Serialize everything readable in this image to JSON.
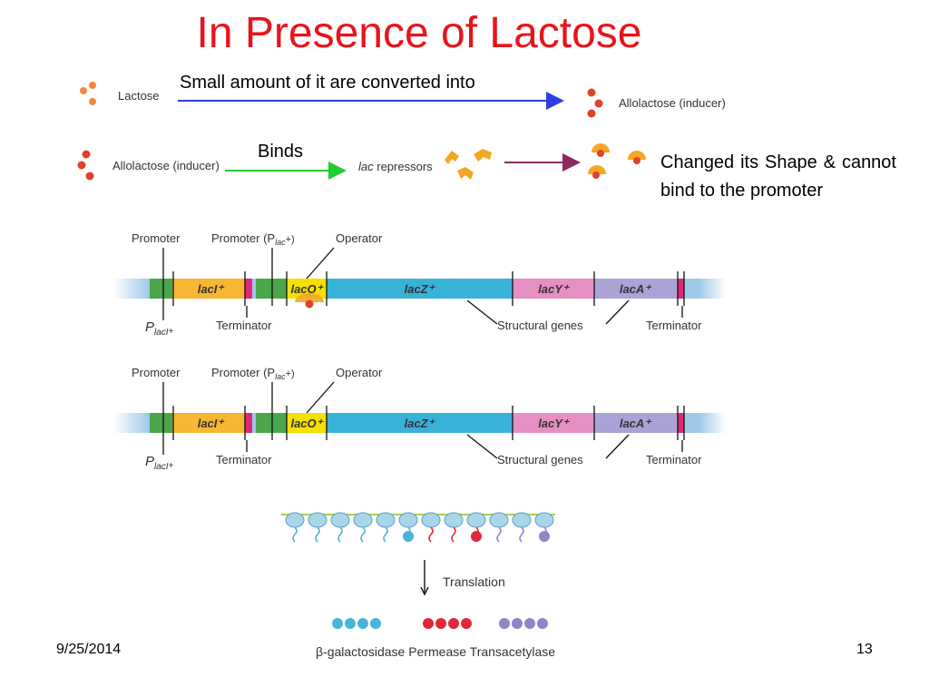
{
  "title": "In Presence of Lactose",
  "row1": {
    "lactose_label": "Lactose",
    "arrow_caption": "Small amount of it are converted into",
    "product_label": "Allolactose (inducer)"
  },
  "row2": {
    "inducer_label": "Allolactose (inducer)",
    "arrow_caption": "Binds",
    "repressor_italic": "lac",
    "repressor_label": " repressors",
    "result_text": "Changed its Shape & cannot bind to the promoter"
  },
  "operon": {
    "promoter_label": "Promoter",
    "promoter_lac_label": "Promoter (P",
    "promoter_lac_sub": "lac",
    "promoter_lac_end": "+)",
    "operator_label": "Operator",
    "placi_label": "P",
    "placi_sub": "lacI",
    "placi_sup": "+",
    "terminator_label": "Terminator",
    "structural_label": "Structural genes",
    "genes": {
      "laci": "lacI⁺",
      "laco": "lacO⁺",
      "lacz": "lacZ⁺",
      "lacy": "lacY⁺",
      "laca": "lacA⁺"
    }
  },
  "translation": {
    "label": "Translation",
    "products": "β-galactosidase Permease Transacetylase"
  },
  "footer": {
    "date": "9/25/2014",
    "page": "13"
  },
  "colors": {
    "title": "#e8141b",
    "laci": "#f7b733",
    "promoter": "#4aa64a",
    "laco": "#f5e000",
    "lacz": "#38b2d8",
    "lacy": "#e58fc2",
    "laca": "#a9a3d6",
    "terminator": "#e0287a",
    "arrow_blue": "#2f3fdf",
    "arrow_green": "#22cc33",
    "arrow_purple": "#8b2a5e"
  }
}
